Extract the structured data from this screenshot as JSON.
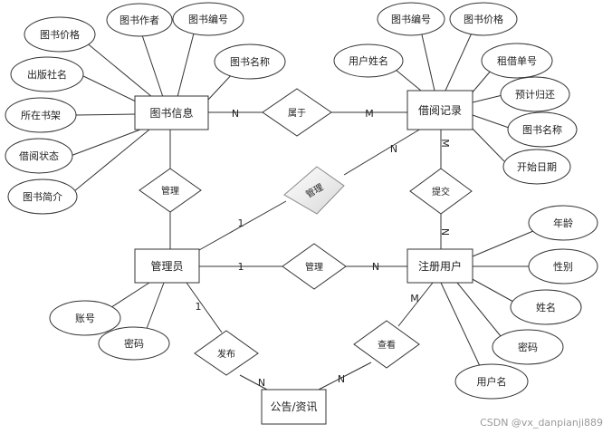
{
  "entities": {
    "book_info": "图书信息",
    "borrow_record": "借阅记录",
    "admin": "管理员",
    "registered_user": "注册用户",
    "notice": "公告/资讯"
  },
  "relationships": {
    "belongs_to": "属于",
    "manage_books": "管理",
    "manage_records": "管理",
    "manage_users": "管理",
    "submit": "提交",
    "publish": "发布",
    "view": "查看"
  },
  "attributes": {
    "book_price": "图书价格",
    "book_author": "图书作者",
    "book_number": "图书编号",
    "book_name": "图书名称",
    "publisher": "出版社名",
    "shelf": "所在书架",
    "borrow_status": "借阅状态",
    "book_intro": "图书简介",
    "rec_book_number": "图书编号",
    "rec_book_price": "图书价格",
    "rec_user_name": "用户姓名",
    "rent_order_no": "租借单号",
    "expected_return": "预计归还",
    "rec_book_name": "图书名称",
    "start_date": "开始日期",
    "admin_account": "账号",
    "admin_password": "密码",
    "user_age": "年龄",
    "user_gender": "性别",
    "user_name": "姓名",
    "user_password": "密码",
    "user_username": "用户名"
  },
  "cardinalities": {
    "belongs_book": "N",
    "belongs_record": "M",
    "manage_records_admin": "1",
    "manage_records_record": "N",
    "manage_users_admin": "1",
    "manage_users_user": "N",
    "submit_record": "M",
    "submit_user": "N",
    "publish_admin": "1",
    "publish_notice": "N",
    "view_user": "M",
    "view_notice": "N"
  },
  "watermark": "CSDN @vx_danpianji889"
}
